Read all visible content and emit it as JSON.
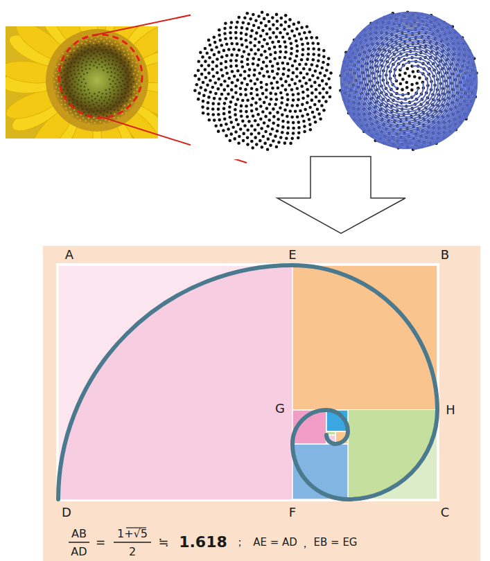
{
  "diagram": {
    "labels": [
      "A",
      "E",
      "B",
      "G",
      "H",
      "D",
      "F",
      "C",
      "AB",
      "AD",
      "=",
      "1+√5",
      "2",
      "≒",
      "1.618",
      "；",
      "AE = AD",
      "，",
      "EB = EG"
    ]
  }
}
